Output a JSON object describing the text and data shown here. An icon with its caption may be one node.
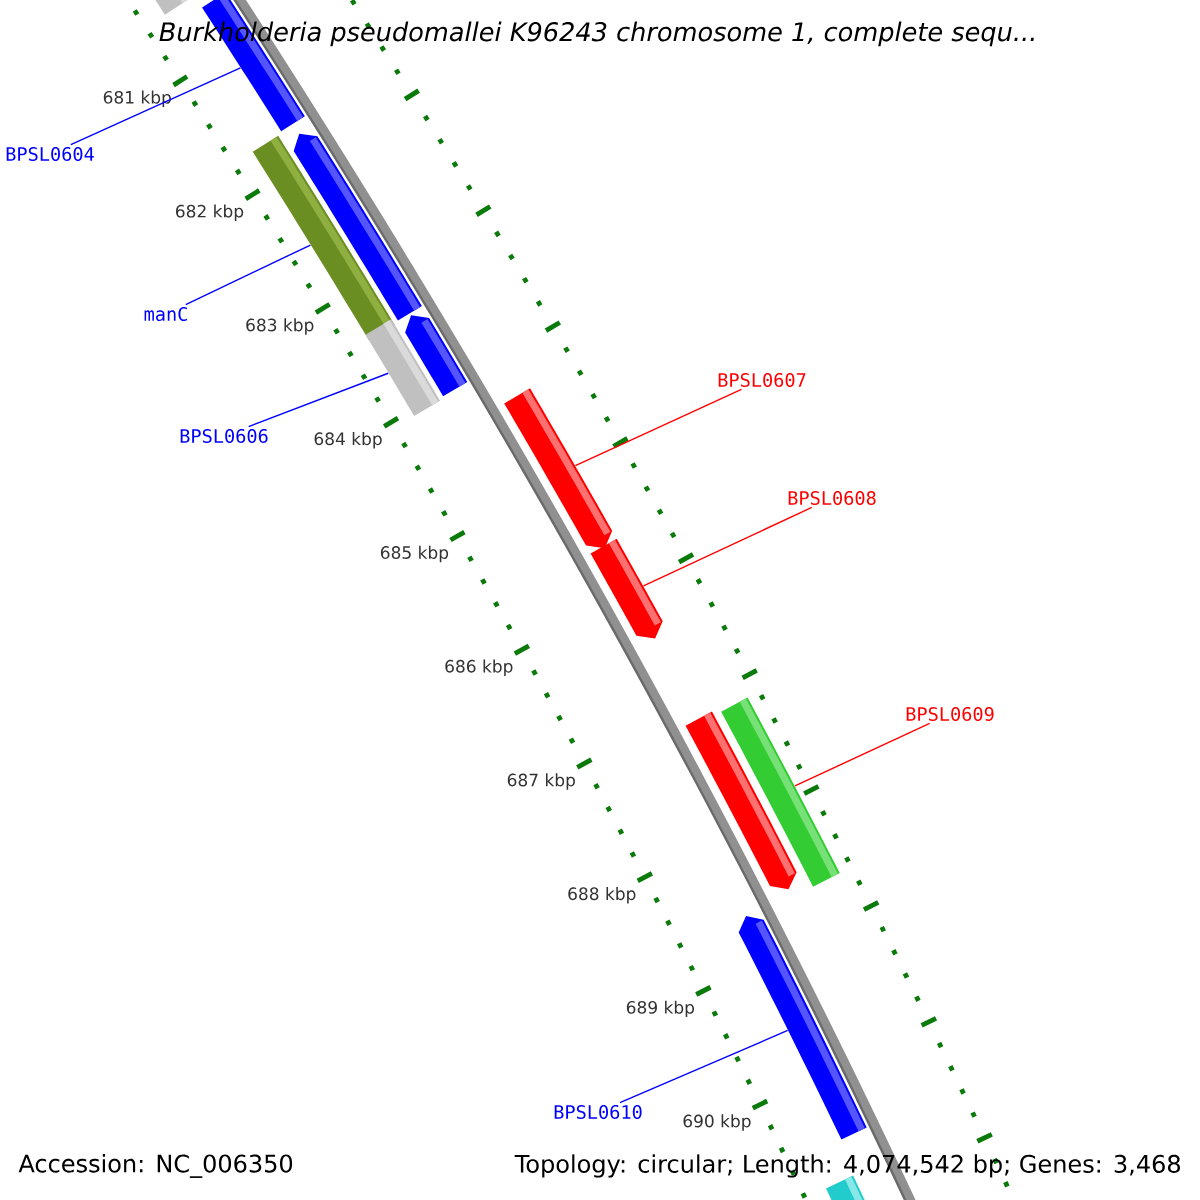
{
  "diagram": {
    "title": "Burkholderia pseudomallei K96243 chromosome 1, complete sequ...",
    "nodes": [
      {
        "text": [
          "BPSL0604"
        ]
      },
      {
        "text": [
          "manC"
        ]
      },
      {
        "text": [
          "BPSL0606"
        ]
      },
      {
        "text": [
          "BPSL0607"
        ]
      },
      {
        "text": [
          "BPSL0608"
        ]
      },
      {
        "text": [
          "BPSL0609"
        ]
      },
      {
        "text": [
          "BPSL0610"
        ]
      },
      {
        "text": [],
        "shape": "bar"
      },
      {
        "text": [],
        "shape": "bar"
      },
      {
        "text": [],
        "shape": "bar"
      },
      {
        "text": [],
        "shape": "bar"
      },
      {
        "text": [],
        "shape": "bar"
      },
      {
        "text": [],
        "shape": "bar"
      },
      {
        "text": [],
        "shape": "bar"
      },
      {
        "text": [],
        "shape": "bar"
      },
      {
        "text": [],
        "shape": "bar"
      },
      {
        "text": [],
        "shape": "bar"
      },
      {
        "text": [],
        "shape": "bar"
      },
      {
        "text": [],
        "shape": "bar"
      }
    ],
    "edges": [
      {
        "from": 0,
        "to": 8,
        "arrow": "none"
      },
      {
        "from": 1,
        "to": 10,
        "arrow": "none"
      },
      {
        "from": 2,
        "to": 12,
        "arrow": "none"
      },
      {
        "from": 3,
        "to": 13,
        "arrow": "none",
        "color": "#ff0000"
      },
      {
        "from": 4,
        "to": 14,
        "arrow": "none",
        "color": "#ff0000"
      },
      {
        "from": 5,
        "to": 15,
        "arrow": "none",
        "color": "#ff0000"
      },
      {
        "from": 6,
        "to": 17,
        "arrow": "none"
      }
    ],
    "labels": [
      "681 kbp",
      "682 kbp",
      "683 kbp",
      "684 kbp",
      "685 kbp",
      "686 kbp",
      "687 kbp",
      "688 kbp",
      "689 kbp",
      "690 kbp",
      "Accession: NC_006350",
      "Topology: circular; Length: 4,074,542 bp; Genes: 3,468"
    ]
  }
}
